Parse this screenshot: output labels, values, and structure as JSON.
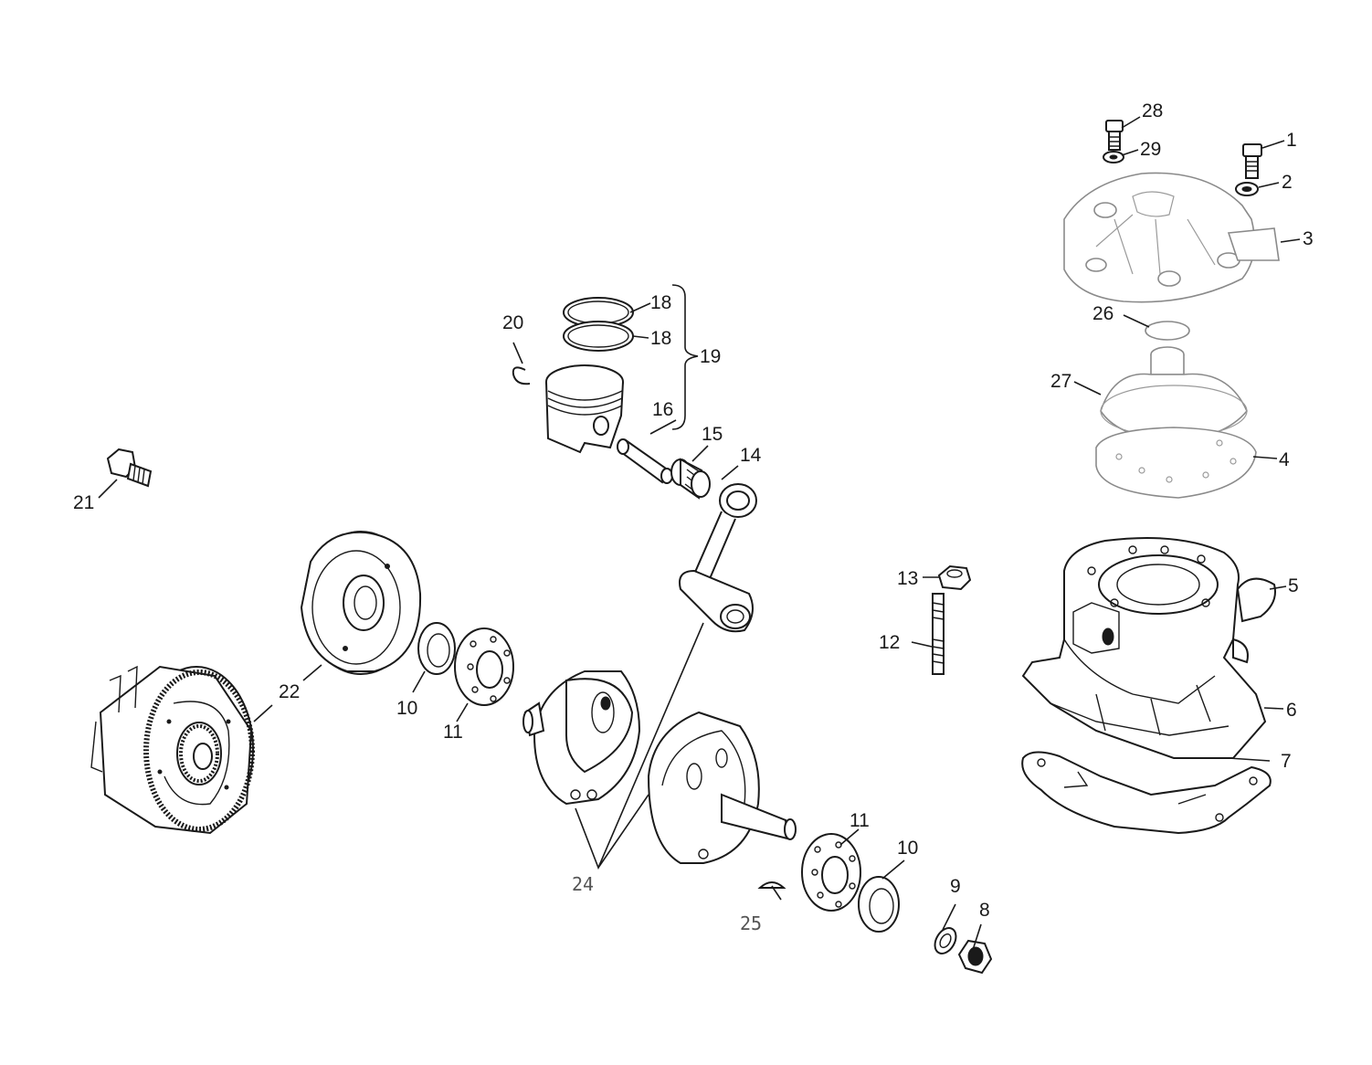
{
  "labels": {
    "l1": "1",
    "l2": "2",
    "l3": "3",
    "l4": "4",
    "l5": "5",
    "l6": "6",
    "l7": "7",
    "l8": "8",
    "l9": "9",
    "l10a": "10",
    "l10b": "10",
    "l11a": "11",
    "l11b": "11",
    "l12": "12",
    "l13": "13",
    "l14": "14",
    "l15": "15",
    "l16": "16",
    "l18a": "18",
    "l18b": "18",
    "l19": "19",
    "l20": "20",
    "l21": "21",
    "l22": "22",
    "l24": "24",
    "l25": "25",
    "l26": "26",
    "l27": "27",
    "l28": "28",
    "l29": "29"
  },
  "colors": {
    "line": "#1a1a1a",
    "light_line": "#8a8a8a",
    "background": "#ffffff"
  }
}
